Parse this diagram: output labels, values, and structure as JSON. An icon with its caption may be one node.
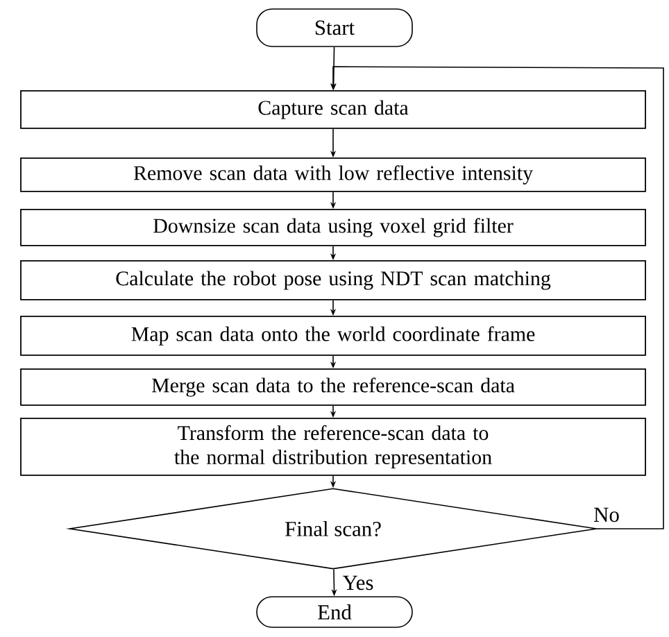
{
  "diagram": {
    "nodes": [
      {
        "text": [
          "Start"
        ]
      },
      {
        "text": [
          "Capture scan data"
        ]
      },
      {
        "text": [
          "Remove scan data with low reflective intensity"
        ]
      },
      {
        "text": [
          "Downsize scan data using voxel grid filter"
        ]
      },
      {
        "text": [
          "Calculate the robot pose using NDT scan matching"
        ]
      },
      {
        "text": [
          "Map scan data onto the world coordinate frame"
        ]
      },
      {
        "text": [
          "Merge scan data to the reference-scan data"
        ]
      },
      {
        "text": [
          "Transform the reference-scan data to the normal distribution representation"
        ]
      },
      {
        "text": [
          "Final scan?"
        ]
      },
      {
        "text": [
          "End"
        ]
      }
    ],
    "edges": [
      {
        "from": 0,
        "to": 1,
        "arrow": "to"
      },
      {
        "from": 1,
        "to": 2,
        "arrow": "to"
      },
      {
        "from": 2,
        "to": 3,
        "arrow": "to"
      },
      {
        "from": 3,
        "to": 4,
        "arrow": "to"
      },
      {
        "from": 4,
        "to": 5,
        "arrow": "to"
      },
      {
        "from": 5,
        "to": 6,
        "arrow": "to"
      },
      {
        "from": 6,
        "to": 7,
        "arrow": "to"
      },
      {
        "from": 7,
        "to": 8,
        "arrow": "to"
      },
      {
        "from": 8,
        "to": 9,
        "arrow": "to",
        "label": "Yes"
      },
      {
        "from": 8,
        "to": 1,
        "arrow": "to",
        "label": "No"
      }
    ]
  }
}
